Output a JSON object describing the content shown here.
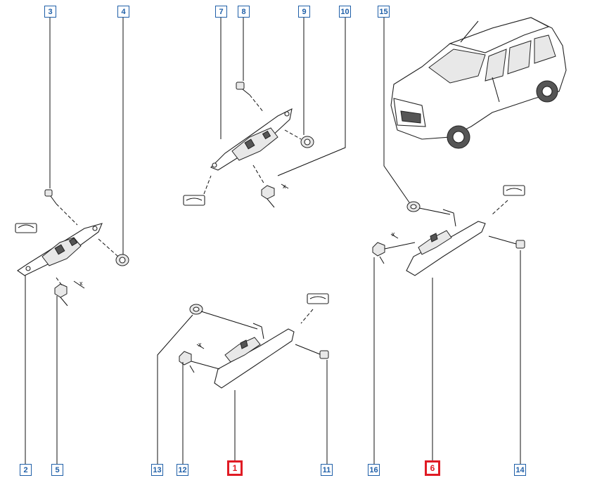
{
  "diagram": {
    "callouts": [
      {
        "id": "c3",
        "number": "3",
        "highlight": false
      },
      {
        "id": "c4",
        "number": "4",
        "highlight": false
      },
      {
        "id": "c7",
        "number": "7",
        "highlight": false
      },
      {
        "id": "c8",
        "number": "8",
        "highlight": false
      },
      {
        "id": "c9",
        "number": "9",
        "highlight": false
      },
      {
        "id": "c10",
        "number": "10",
        "highlight": false
      },
      {
        "id": "c15",
        "number": "15",
        "highlight": false
      },
      {
        "id": "c2",
        "number": "2",
        "highlight": false
      },
      {
        "id": "c5",
        "number": "5",
        "highlight": false
      },
      {
        "id": "c13",
        "number": "13",
        "highlight": false
      },
      {
        "id": "c12",
        "number": "12",
        "highlight": false
      },
      {
        "id": "c1",
        "number": "1",
        "highlight": true
      },
      {
        "id": "c11",
        "number": "11",
        "highlight": false
      },
      {
        "id": "c16",
        "number": "16",
        "highlight": false
      },
      {
        "id": "c6",
        "number": "6",
        "highlight": true
      },
      {
        "id": "c14",
        "number": "14",
        "highlight": false
      }
    ],
    "axis_marks": [
      "x",
      "x",
      "x",
      "x"
    ],
    "highlight_color": "#e01b24",
    "callout_color": "#1f5fa8"
  }
}
